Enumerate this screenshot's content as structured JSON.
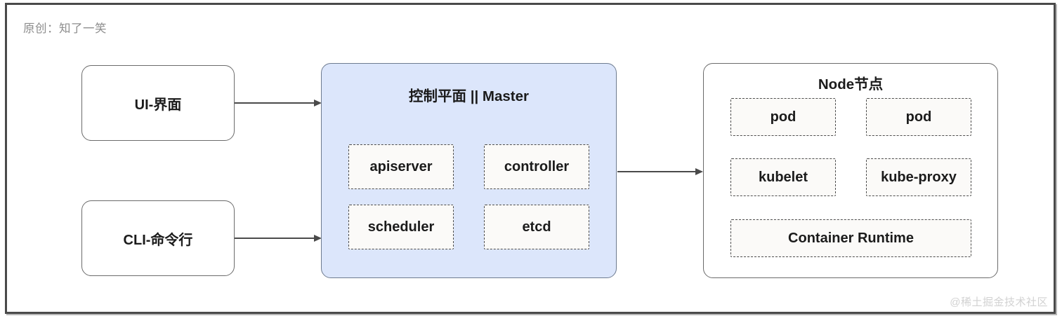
{
  "credit": "原创：知了一笑",
  "watermark": "@稀土掘金技术社区",
  "colors": {
    "master_fill": "#dce6fb",
    "box_border": "#6b6b6b",
    "dashed_border": "#4d4d4d",
    "dashed_fill": "#fbfaf8",
    "arrow": "#4a4a4a",
    "frame_border": "#4a4a4a",
    "credit_text": "#8d8d8d",
    "watermark_text": "#d2d2d2",
    "label_text": "#1b1b1b"
  },
  "clients": [
    {
      "label": "UI-界面"
    },
    {
      "label": "CLI-命令行"
    }
  ],
  "master": {
    "title": "控制平面 || Master",
    "components": [
      {
        "label": "apiserver"
      },
      {
        "label": "controller"
      },
      {
        "label": "scheduler"
      },
      {
        "label": "etcd"
      }
    ]
  },
  "node": {
    "title": "Node节点",
    "components": [
      {
        "label": "pod"
      },
      {
        "label": "pod"
      },
      {
        "label": "kubelet"
      },
      {
        "label": "kube-proxy"
      },
      {
        "label": "Container Runtime"
      }
    ]
  },
  "arrows": [
    {
      "name": "ui-to-master"
    },
    {
      "name": "cli-to-master"
    },
    {
      "name": "master-to-node"
    }
  ]
}
